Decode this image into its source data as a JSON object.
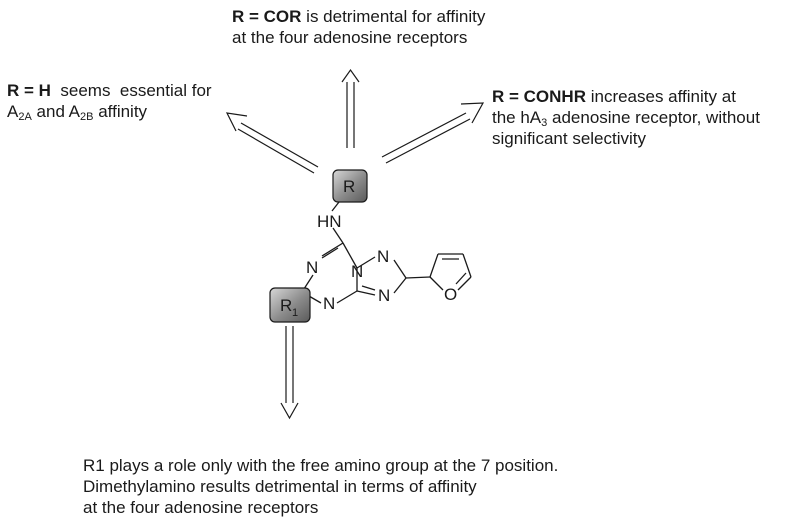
{
  "top_note": {
    "bold": "R = COR",
    "rest": " is detrimental for affinity",
    "line2": "at the four adenosine receptors"
  },
  "left_note": {
    "bold": "R = H",
    "rest": "  seems  essential for",
    "line2_pre": "A",
    "sub1": "2A",
    "line2_mid": " and A",
    "sub2": "2B",
    "line2_post": " affinity"
  },
  "right_note": {
    "bold": "R = CONHR",
    "rest": " increases affinity at",
    "line2_pre": "the hA",
    "sub": "3",
    "line2_post": " adenosine receptor, without",
    "line3": "significant selectivity"
  },
  "bottom_note": {
    "line1": "R1 plays a role only with the free amino group at the 7 position.",
    "line2": "Dimethylamino results detrimental in terms of affinity",
    "line3": "at the four adenosine receptors"
  },
  "molecule": {
    "r_label": "R",
    "r1_label": "R",
    "r1_sub": "1",
    "hn": "HN",
    "n": "N",
    "o": "O",
    "box_color": "#7a7a7a"
  }
}
